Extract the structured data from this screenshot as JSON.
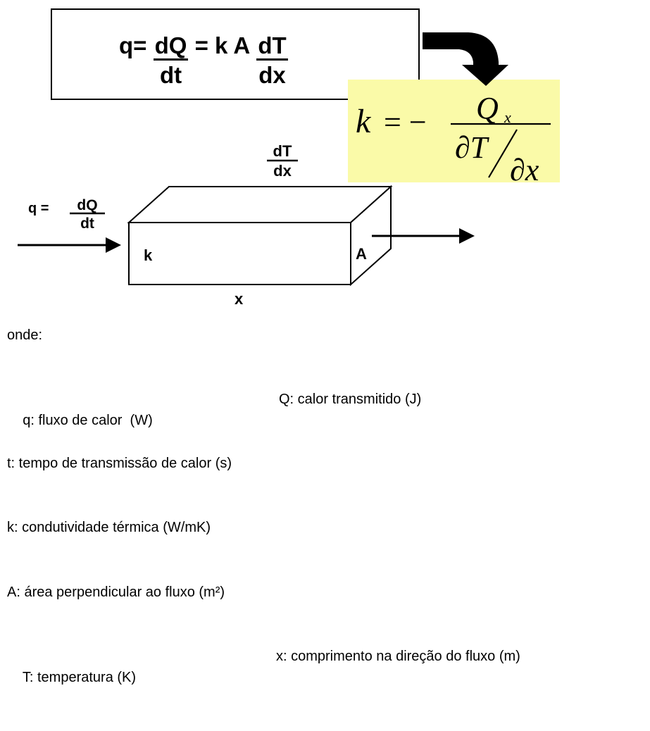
{
  "equation": {
    "lhs": "q=",
    "f1_num": "dQ",
    "f1_den": "dt",
    "middle": "= k A",
    "f2_num": "dT",
    "f2_den": "dx"
  },
  "k_formula": {
    "k": "k",
    "equals_minus": "= −",
    "numerator_Q": "Q",
    "numerator_sub": "x",
    "denominator_top": "∂T",
    "denominator_bottom": "∂x"
  },
  "block": {
    "gradient_num": "dT",
    "gradient_den": "dx",
    "flux_prefix": "q =",
    "flux_num": "dQ",
    "flux_den": "dt",
    "k_label": "k",
    "area_label": "A",
    "length_label": "x"
  },
  "legend": {
    "heading": "onde:",
    "q": "q: fluxo de calor  (W)",
    "Q": "Q: calor transmitido (J)",
    "t": "t: tempo de transmissão de calor (s)",
    "k": "k: condutividade térmica (W/mK)",
    "A": "A: área perpendicular ao fluxo (m²)",
    "T": "T: temperatura (K)",
    "x": "x: comprimento na direção do fluxo (m)"
  }
}
